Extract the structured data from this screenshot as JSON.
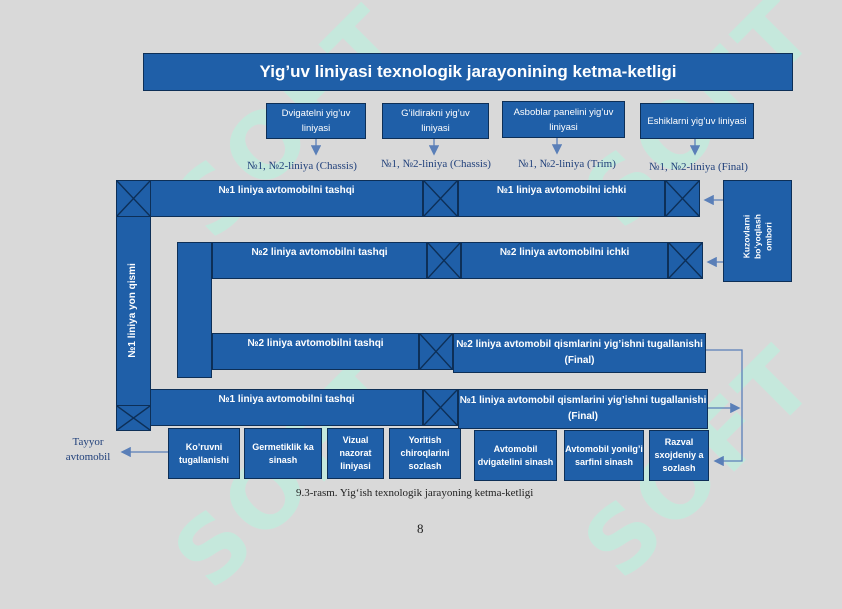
{
  "watermark": "SOFT",
  "title": "Yig’uv liniyasi texnologik jarayonining ketma-ketligi",
  "feeders": [
    {
      "name": "Dvigatelni yig’uv liniyasi",
      "line_label": "№1, №2-liniya (Chassis)"
    },
    {
      "name": "G’ildirakni yig’uv liniyasi",
      "line_label": "№1, №2-liniya (Chassis)"
    },
    {
      "name": "Asboblar panelini yig’uv liniyasi",
      "line_label": "№1, №2-liniya (Trim)"
    },
    {
      "name": "Eshiklarni yig’uv liniyasi",
      "line_label": "№1, №2-liniya (Final)"
    }
  ],
  "bars": {
    "row1_left": "№1 liniya avtomobilni tashqi",
    "row1_right": "№1 liniya avtomobilni ichki",
    "row2_left": "№2 liniya avtomobilni tashqi",
    "row2_right": "№2 liniya avtomobilni ichki",
    "row3_left": "№2 liniya avtomobilni tashqi",
    "row3_right": "№2 liniya avtomobil qismlarini yig’ishni tugallanishi (Final)",
    "row4_left": "№1 liniya avtomobilni tashqi",
    "row4_right": "№1 liniya avtomobil qismlarini yig’ishni tugallanishi (Final)"
  },
  "side_vertical": "№1 liniya yon qismi",
  "body_storage": "Kuzovlarni bo’yoqlash ombori",
  "final_ops": [
    "Ko’ruvni tugallanishi",
    "Germetiklik ka sinash",
    "Vizual nazorat liniyasi",
    "Yoritish chiroqlarini sozlash",
    "Avtomobil dvigatelini sinash",
    "Avtomobil yonilg’i sarfini sinash",
    "Razval sxojdeniy a sozlash"
  ],
  "output_label": "Tayyor avtomobil",
  "caption": "9.3-rasm. Yig‘ish texnologik jarayoning ketma-ketligi",
  "page_number": "8",
  "colors": {
    "box_fill": "#1f5fa8",
    "box_border": "#0d2f57",
    "arrow": "#5a7fb8",
    "label": "#1f3f7a",
    "watermark": "#bfeedd"
  }
}
